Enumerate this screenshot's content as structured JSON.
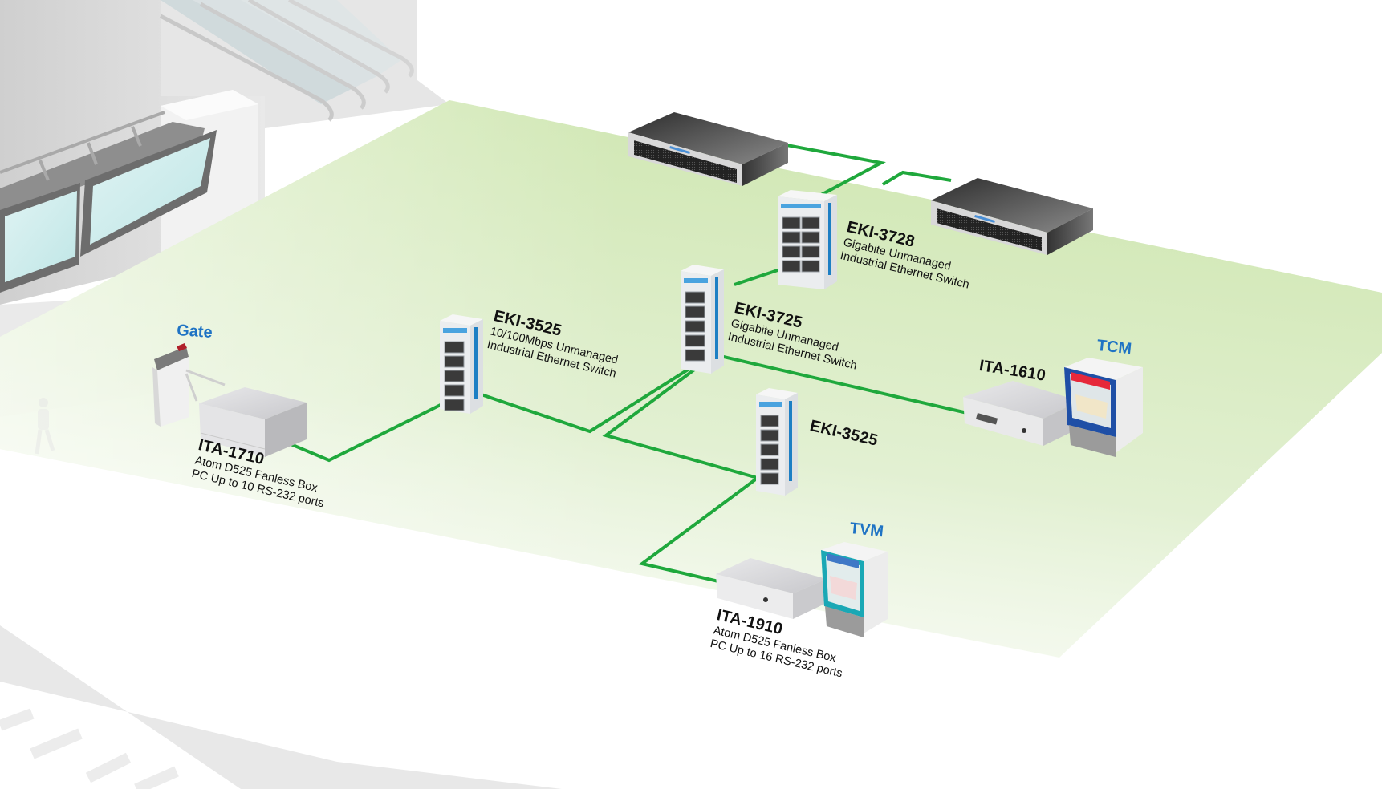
{
  "diagram": {
    "title": "Transit station industrial Ethernet network topology",
    "colors": {
      "cable": "#1fa83c",
      "floor": "#cfe6b3",
      "location_label": "#1f73c4",
      "switch_stripe": "#1d7fc4",
      "tcm_frame": "#1f4fa6",
      "tcm_display": "#e6283a",
      "tvm_frame": "#1aa8b5"
    },
    "locations": [
      {
        "id": "gate",
        "label": "Gate"
      },
      {
        "id": "tcm",
        "label": "TCM"
      },
      {
        "id": "tvm",
        "label": "TVM"
      }
    ],
    "devices": {
      "ita1710": {
        "model": "ITA-1710",
        "desc_line1": "Atom D525 Fanless Box",
        "desc_line2": "PC Up to 10 RS-232 ports"
      },
      "eki3525_a": {
        "model": "EKI-3525",
        "desc_line1": "10/100Mbps Unmanaged",
        "desc_line2": "Industrial Ethernet Switch"
      },
      "eki3725": {
        "model": "EKI-3725",
        "desc_line1": "Gigabite Unmanaged",
        "desc_line2": "Industrial Ethernet Switch"
      },
      "eki3728": {
        "model": "EKI-3728",
        "desc_line1": "Gigabite Unmanaged",
        "desc_line2": "Industrial Ethernet Switch"
      },
      "eki3525_b": {
        "model": "EKI-3525"
      },
      "ita1610": {
        "model": "ITA-1610"
      },
      "ita1910": {
        "model": "ITA-1910",
        "desc_line1": "Atom D525 Fanless Box",
        "desc_line2": "PC Up to 16 RS-232 ports"
      },
      "server_a": {
        "type": "rack server"
      },
      "server_b": {
        "type": "rack server"
      }
    },
    "connections": [
      {
        "from": "ITA-1710",
        "to": "EKI-3525"
      },
      {
        "from": "EKI-3525",
        "to": "EKI-3725"
      },
      {
        "from": "EKI-3725",
        "to": "EKI-3728"
      },
      {
        "from": "EKI-3728",
        "to": "Server 1"
      },
      {
        "from": "EKI-3728",
        "to": "Server 2"
      },
      {
        "from": "EKI-3725",
        "to": "ITA-1610"
      },
      {
        "from": "EKI-3725",
        "to": "EKI-3525 (2)"
      },
      {
        "from": "EKI-3525 (2)",
        "to": "ITA-1910"
      }
    ]
  }
}
